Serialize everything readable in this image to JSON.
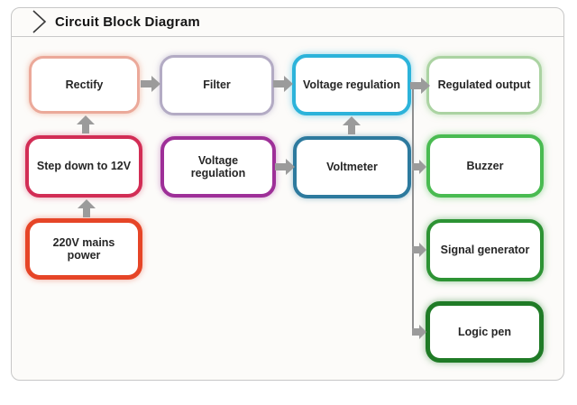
{
  "header": {
    "title": "Circuit Block Diagram",
    "icon": "chevron-right-icon"
  },
  "diagram": {
    "blocks": [
      {
        "id": "rectify",
        "label": "Rectify",
        "border_color": "#eba99a"
      },
      {
        "id": "filter",
        "label": "Filter",
        "border_color": "#b3abc4"
      },
      {
        "id": "voltage-regulation-top",
        "label": "Voltage regulation",
        "border_color": "#2cb3da"
      },
      {
        "id": "regulated-output",
        "label": "Regulated output",
        "border_color": "#abd3a2"
      },
      {
        "id": "step-down-to-12v",
        "label": "Step down to 12V",
        "border_color": "#d22d55"
      },
      {
        "id": "voltage-regulation-mid",
        "label": "Voltage regulation",
        "border_color": "#9e2f98"
      },
      {
        "id": "voltmeter",
        "label": "Voltmeter",
        "border_color": "#2d7a9e"
      },
      {
        "id": "buzzer",
        "label": "Buzzer",
        "border_color": "#49bb51"
      },
      {
        "id": "220v-mains-power",
        "label": "220V mains power",
        "border_color": "#e64527"
      },
      {
        "id": "signal-generator",
        "label": "Signal generator",
        "border_color": "#2d9334"
      },
      {
        "id": "logic-pen",
        "label": "Logic pen",
        "border_color": "#1f7b26"
      }
    ],
    "connections": [
      {
        "from": "220V mains power",
        "to": "Step down to 12V"
      },
      {
        "from": "Step down to 12V",
        "to": "Rectify"
      },
      {
        "from": "Rectify",
        "to": "Filter"
      },
      {
        "from": "Filter",
        "to": "Voltage regulation"
      },
      {
        "from": "Voltage regulation (mid)",
        "to": "Voltmeter"
      },
      {
        "from": "Voltmeter",
        "to": "Voltage regulation"
      },
      {
        "from": "Voltage regulation",
        "to": "Regulated output"
      },
      {
        "from": "Voltage regulation",
        "to": "Buzzer"
      },
      {
        "from": "Voltage regulation",
        "to": "Signal generator"
      },
      {
        "from": "Voltage regulation",
        "to": "Logic pen"
      }
    ],
    "arrow_color": "#9b9b9b",
    "panel_border_color": "#c7c7c7",
    "text_color": "#262626"
  }
}
